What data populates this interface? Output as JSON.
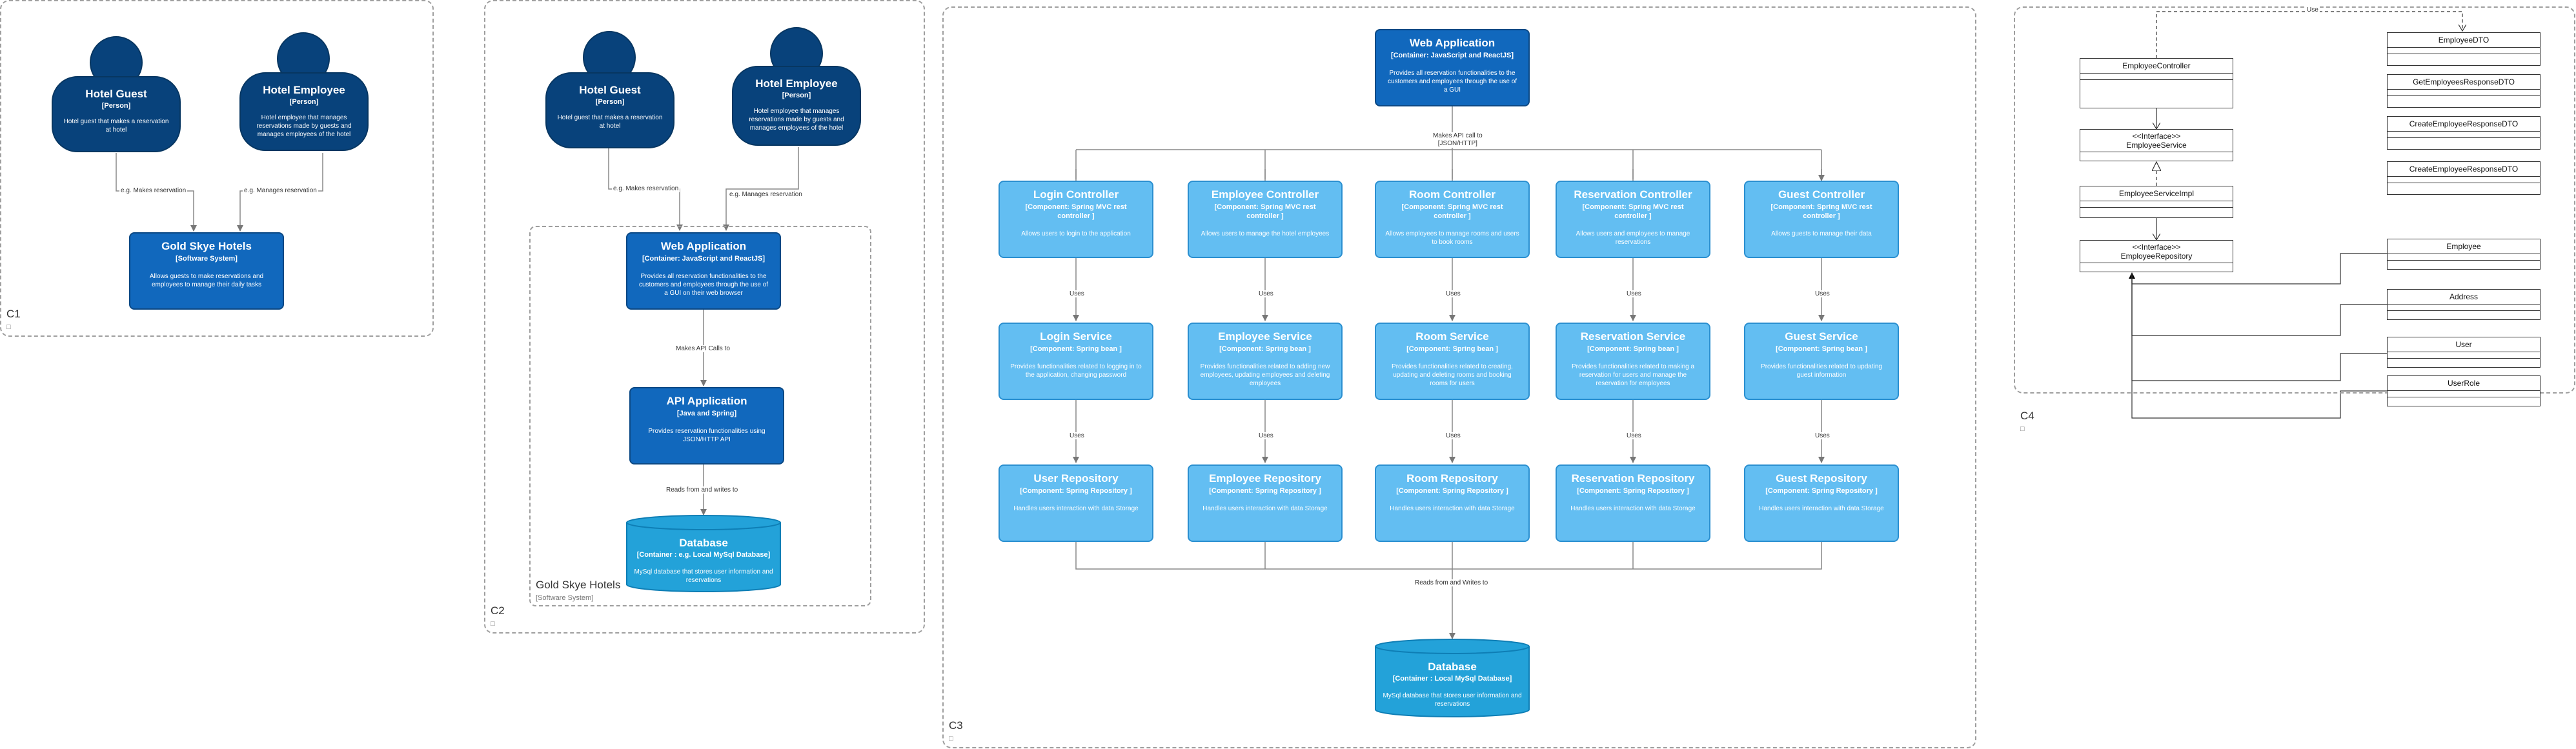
{
  "c1": {
    "label": "C1",
    "guest": {
      "name": "Hotel Guest",
      "type": "[Person]",
      "desc": "Hotel guest that makes a reservation at hotel"
    },
    "employee": {
      "name": "Hotel Employee",
      "type": "[Person]",
      "desc": "Hotel employee that manages reservations made by guests and manages employees of the hotel"
    },
    "system": {
      "name": "Gold Skye Hotels",
      "type": "[Software System]",
      "desc": "Allows guests to make reservations and employees to manage their daily tasks"
    },
    "edge_guest": "e.g. Makes reservation",
    "edge_employee": "e.g. Manages reservation"
  },
  "c2": {
    "label": "C2",
    "guest": {
      "name": "Hotel Guest",
      "type": "[Person]",
      "desc": "Hotel guest that makes a reservation at hotel"
    },
    "employee": {
      "name": "Hotel Employee",
      "type": "[Person]",
      "desc": "Hotel employee that manages reservations made by guests and manages employees of the hotel"
    },
    "webapp": {
      "name": "Web Application",
      "type": "[Container: JavaScript and ReactJS]",
      "desc": "Provides all reservation functionalities to the customers and employees through the use of a GUI on their web browser"
    },
    "api": {
      "name": "API Application",
      "type": "[Java and Spring]",
      "desc": "Provides reservation functionalities using JSON/HTTP API"
    },
    "db": {
      "name": "Database",
      "type": "[Container : e.g. Local MySql Database]",
      "desc": "MySql database that stores user information and reservations"
    },
    "edge_guest": "e.g. Makes reservation",
    "edge_employee": "e.g. Manages reservation",
    "edge_web_api": "Makes API Calls to",
    "edge_api_db": "Reads from and writes to",
    "inner_title": "Gold Skye Hotels",
    "inner_type": "[Software System]"
  },
  "c3": {
    "label": "C3",
    "webapp": {
      "name": "Web Application",
      "type": "[Container: JavaScript and ReactJS]",
      "desc": "Provides all reservation functionalities to the customers and employees through the use of a GUI"
    },
    "edge_api": "Makes API call to\n[JSON/HTTP]",
    "uses": "Uses",
    "reads": "Reads from and Writes to",
    "columns": [
      {
        "controller": {
          "name": "Login Controller",
          "type": "[Component: Spring MVC rest controller ]",
          "desc": "Allows users to login to the application"
        },
        "service": {
          "name": "Login Service",
          "type": "[Component: Spring bean ]",
          "desc": "Provides functionalities related to logging in to the application, changing password"
        },
        "repo": {
          "name": "User Repository",
          "type": "[Component: Spring Repository ]",
          "desc": "Handles users interaction with data Storage"
        }
      },
      {
        "controller": {
          "name": "Employee Controller",
          "type": "[Component: Spring MVC rest controller ]",
          "desc": "Allows users to manage the hotel employees"
        },
        "service": {
          "name": "Employee Service",
          "type": "[Component: Spring bean ]",
          "desc": "Provides functionalities related to adding new employees, updating employees and deleting employees"
        },
        "repo": {
          "name": "Employee Repository",
          "type": "[Component: Spring Repository ]",
          "desc": "Handles users interaction with data Storage"
        }
      },
      {
        "controller": {
          "name": "Room Controller",
          "type": "[Component: Spring MVC rest controller ]",
          "desc": "Allows employees to manage rooms and users to book rooms"
        },
        "service": {
          "name": "Room Service",
          "type": "[Component: Spring bean ]",
          "desc": "Provides functionalities related to creating, updating and deleting rooms and booking rooms for users"
        },
        "repo": {
          "name": "Room Repository",
          "type": "[Component: Spring Repository ]",
          "desc": "Handles users interaction with data Storage"
        }
      },
      {
        "controller": {
          "name": "Reservation Controller",
          "type": "[Component: Spring MVC rest controller ]",
          "desc": "Allows users and employees to manage reservations"
        },
        "service": {
          "name": "Reservation Service",
          "type": "[Component: Spring bean ]",
          "desc": "Provides functionalities related to making a reservation for users and manage the reservation for employees"
        },
        "repo": {
          "name": "Reservation Repository",
          "type": "[Component: Spring Repository ]",
          "desc": "Handles users interaction with data Storage"
        }
      },
      {
        "controller": {
          "name": "Guest Controller",
          "type": "[Component: Spring MVC rest controller ]",
          "desc": "Allows guests to manage their data"
        },
        "service": {
          "name": "Guest Service",
          "type": "[Component: Spring bean ]",
          "desc": "Provides functionalities related to updating guest information"
        },
        "repo": {
          "name": "Guest Repository",
          "type": "[Component: Spring Repository ]",
          "desc": "Handles users interaction with data Storage"
        }
      }
    ],
    "db": {
      "name": "Database",
      "type": "[Container : Local MySql Database]",
      "desc": "MySql database that stores user information and reservations"
    }
  },
  "c4": {
    "label": "C4",
    "use_label": "Use",
    "controller": "EmployeeController",
    "service_stereo": "<<Interface>>",
    "service": "EmployeeService",
    "impl": "EmployeeServiceImpl",
    "repo_stereo": "<<Interface>>",
    "repo": "EmployeeRepository",
    "dtos": [
      "EmployeeDTO",
      "GetEmployeesResponseDTO",
      "CreateEmployeeResponseDTO",
      "CreateEmployeeResponseDTO"
    ],
    "entities": [
      "Employee",
      "Address",
      "User",
      "UserRole"
    ]
  }
}
